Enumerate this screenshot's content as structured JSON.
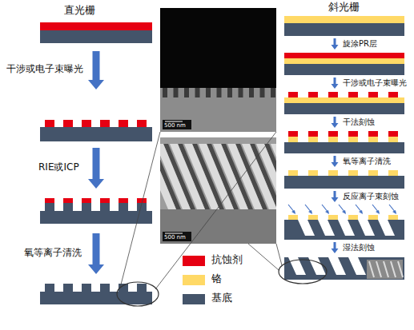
{
  "diagram": {
    "labels": [
      "直光栅",
      "斜光栅",
      "干涉或电子束曝光",
      "RIE或ICP",
      "氧等离子清洗",
      "500 nm",
      "500 nm",
      "旋涂PR层",
      "干涉或电子束曝光",
      "干法刻蚀",
      "氧等离子清洗",
      "反应离子束刻蚀",
      "湿法刻蚀"
    ],
    "legend": [
      {
        "text": "抗蚀剂",
        "color": "#e60012"
      },
      {
        "text": "铬",
        "color": "#ffd966"
      },
      {
        "text": "基底",
        "color": "#44546a"
      }
    ]
  }
}
